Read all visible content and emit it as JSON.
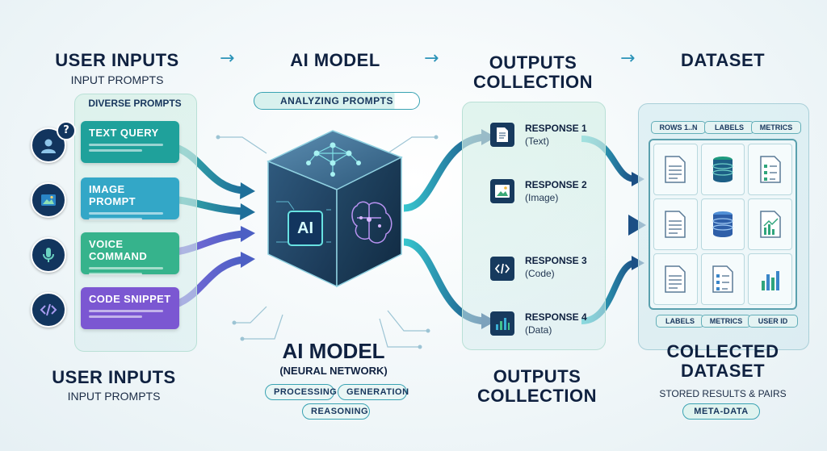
{
  "headers": {
    "user_inputs": "USER INPUTS",
    "user_inputs_sub": "INPUT PROMPTS",
    "ai_model": "AI MODEL",
    "outputs_line1": "OUTPUTS",
    "outputs_line2": "COLLECTION",
    "dataset": "DATASET",
    "arrow": "→"
  },
  "inputs_panel": {
    "label": "DIVERSE PROMPTS",
    "items": [
      {
        "label": "TEXT QUERY",
        "icon": "user-question-icon",
        "color": "#1fa19b"
      },
      {
        "label": "IMAGE PROMPT",
        "icon": "image-icon",
        "color": "#33a7c7"
      },
      {
        "label": "VOICE COMMAND",
        "icon": "microphone-icon",
        "color": "#36b38c"
      },
      {
        "label": "CODE SNIPPET",
        "icon": "code-icon",
        "color": "#7b57d2"
      }
    ]
  },
  "model": {
    "status": "ANALYZING PROMPTS",
    "chip_label": "AI",
    "title": "AI MODEL",
    "subtitle": "(NEURAL NETWORK)",
    "tags": [
      "PROCESSING",
      "GENERATION",
      "REASONING"
    ]
  },
  "outputs": {
    "items": [
      {
        "title": "RESPONSE 1",
        "sub": "(Text)",
        "icon": "document-icon"
      },
      {
        "title": "RESPONSE 2",
        "sub": "(Image)",
        "icon": "image-icon"
      },
      {
        "title": "RESPONSE 3",
        "sub": "(Code)",
        "icon": "code-icon"
      },
      {
        "title": "RESPONSE 4",
        "sub": "(Data)",
        "icon": "bar-chart-icon"
      }
    ]
  },
  "dataset": {
    "top_tags": [
      "ROWS 1..N",
      "LABELS",
      "METRICS"
    ],
    "bottom_tags": [
      "LABELS",
      "METRICS",
      "USER ID"
    ],
    "title_line1": "COLLECTED",
    "title_line2": "DATASET",
    "subtitle": "STORED RESULTS & PAIRS",
    "badge": "META-DATA"
  },
  "bottom": {
    "user_inputs": "USER INPUTS",
    "user_inputs_sub": "INPUT PROMPTS",
    "outputs_line1": "OUTPUTS",
    "outputs_line2": "COLLECTION"
  },
  "colors": {
    "navy": "#0f2140",
    "teal": "#2b93b8",
    "purple": "#7b57d2"
  }
}
